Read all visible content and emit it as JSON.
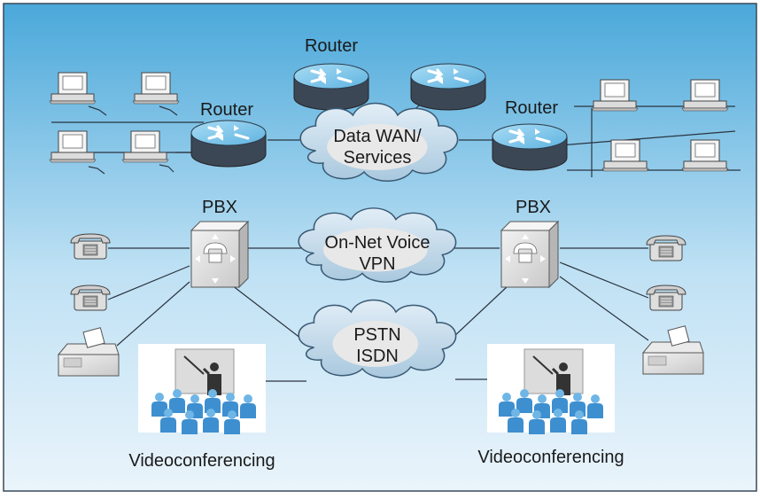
{
  "labels": {
    "router_top": "Router",
    "router_left": "Router",
    "router_right": "Router",
    "pbx_left": "PBX",
    "pbx_right": "PBX",
    "video_left": "Videoconferencing",
    "video_right": "Videoconferencing"
  },
  "clouds": {
    "data_wan_line1": "Data WAN/",
    "data_wan_line2": "Services",
    "voice_line1": "On-Net Voice",
    "voice_line2": "VPN",
    "pstn_line1": "PSTN",
    "pstn_line2": "ISDN"
  },
  "icons": [
    "router-icon",
    "pc-icon",
    "pbx-icon",
    "telephone-icon",
    "fax-icon",
    "videoconference-icon",
    "cloud-icon"
  ],
  "colors": {
    "background_top": "#4aa8da",
    "background_bottom": "#eaf4fb",
    "border": "#3a4a58",
    "router_top": "#8fd0f2",
    "router_side": "#3c4756",
    "cloud": "#c4dcee",
    "device": "#e4e4e4",
    "people": "#3d8fd0"
  }
}
